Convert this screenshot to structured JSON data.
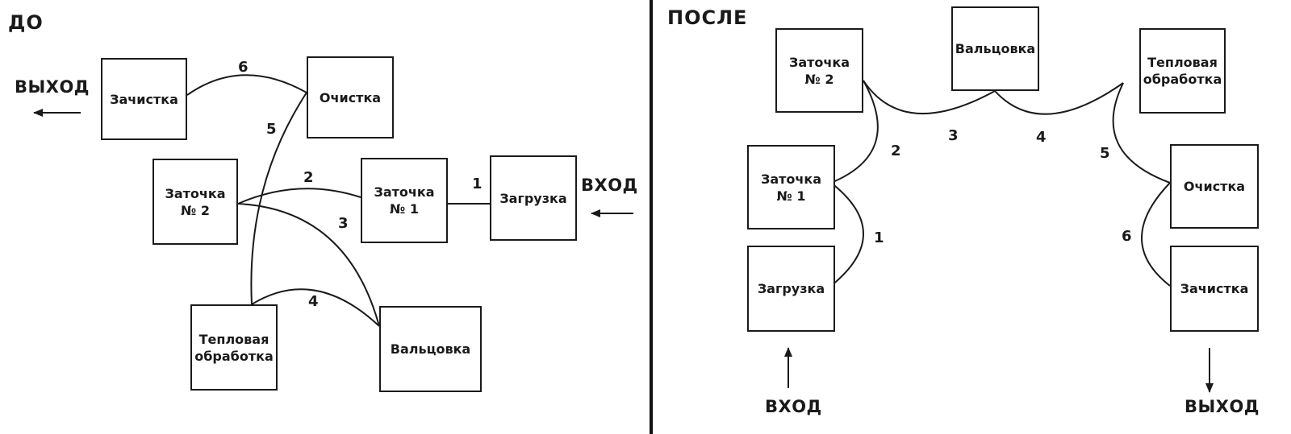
{
  "before": {
    "title": "ДО",
    "output_label": "ВЫХОД",
    "input_label": "ВХОД",
    "nodes": {
      "zachistka": "Зачистка",
      "ochistka": "Очистка",
      "zatochka2": "Заточка\n№ 2",
      "zatochka1": "Заточка\n№ 1",
      "zagruzka": "Загрузка",
      "teplovaya": "Тепловая\nобработка",
      "valtsovka": "Вальцовка"
    },
    "step_numbers": [
      "1",
      "2",
      "3",
      "4",
      "5",
      "6"
    ]
  },
  "after": {
    "title": "ПОСЛЕ",
    "output_label": "ВЫХОД",
    "input_label": "ВХОД",
    "nodes": {
      "zatochka2": "Заточка\n№ 2",
      "valtsovka": "Вальцовка",
      "teplovaya": "Тепловая\nобработка",
      "zatochka1": "Заточка\n№ 1",
      "ochistka": "Очистка",
      "zagruzka": "Загрузка",
      "zachistka": "Зачистка"
    },
    "step_numbers": [
      "1",
      "2",
      "3",
      "4",
      "5",
      "6"
    ]
  },
  "colors": {
    "ink": "#1a1a1a",
    "background": "#ffffff",
    "divider": "#111111"
  }
}
